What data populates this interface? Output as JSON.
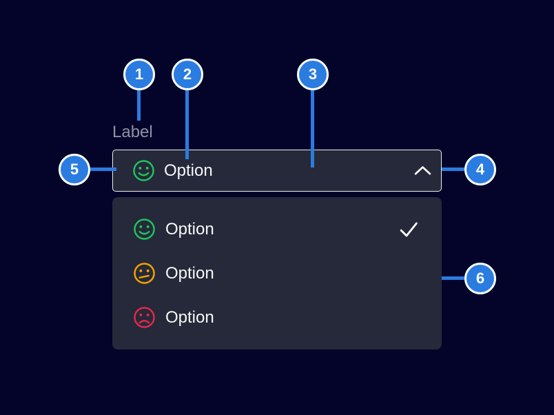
{
  "component": {
    "label": "Label",
    "field": {
      "value": "Option",
      "value_icon": "smiley-positive-icon",
      "expand_icon": "chevron-up-icon"
    },
    "menu": {
      "items": [
        {
          "label": "Option",
          "icon": "smiley-positive-icon",
          "state": "positive",
          "selected": true
        },
        {
          "label": "Option",
          "icon": "smiley-neutral-icon",
          "state": "neutral",
          "selected": false
        },
        {
          "label": "Option",
          "icon": "smiley-negative-icon",
          "state": "negative",
          "selected": false
        }
      ],
      "selected_indicator_icon": "checkmark-icon"
    }
  },
  "callouts": [
    {
      "number": "1",
      "target": "label"
    },
    {
      "number": "2",
      "target": "selected-value-text"
    },
    {
      "number": "3",
      "target": "select-field"
    },
    {
      "number": "4",
      "target": "expand-icon"
    },
    {
      "number": "5",
      "target": "value-state-icon"
    },
    {
      "number": "6",
      "target": "option-list"
    }
  ],
  "colors": {
    "background": "#04042a",
    "surface": "#252939",
    "field_border": "#f0f0f2",
    "accent_blue": "#2b7ce1",
    "positive_green": "#21c35f",
    "warning_orange": "#f5a300",
    "negative_red": "#e2294a",
    "label_gray": "#8d92a3",
    "text_white": "#f7f8f9"
  }
}
